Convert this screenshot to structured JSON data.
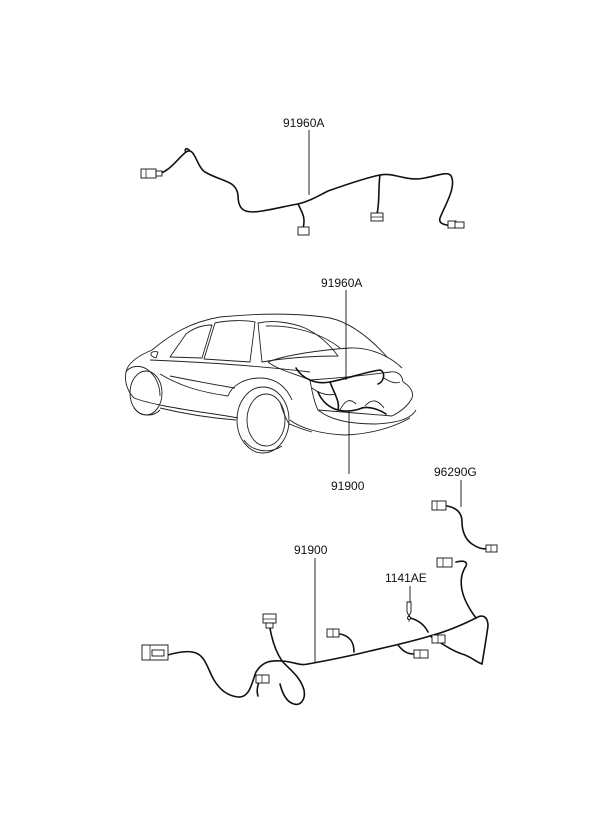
{
  "callouts": {
    "upper_harness": "91960A",
    "car_upper": "91960A",
    "car_lower": "91900",
    "sensor_wire": "96290G",
    "main_harness": "91900",
    "clip": "1141AE"
  }
}
